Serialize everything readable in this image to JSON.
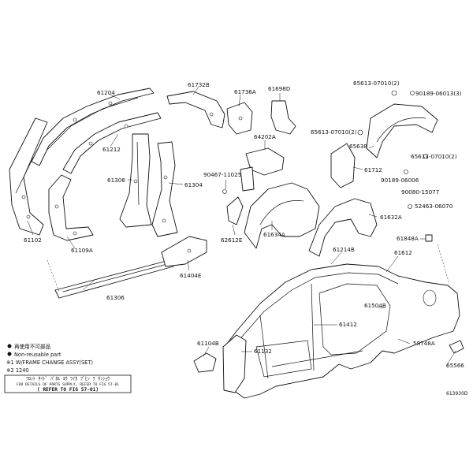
{
  "labels": {
    "p61204": "61204",
    "p61212": "61212",
    "p61102": "61102",
    "p61109A": "61109A",
    "p61308": "61308",
    "p61304": "61304",
    "p61306": "61306",
    "p61404E": "61404E",
    "p61732B": "61732B",
    "p61736A": "61736A",
    "p61698D": "61698D",
    "p64202A": "64202A",
    "p90467": "90467-11025",
    "p62612E": "62612E",
    "p61634A": "61634A",
    "p65613a": "65613-07010(2)",
    "p90189a": "90189-06013(3)",
    "p65613b": "65613-07010(2)",
    "p65638": "65638",
    "p65613c": "65613-07010(2)",
    "p61712": "61712",
    "p90189b": "90189-06006",
    "p90080": "90080-15077",
    "p52463": "52463-06070",
    "p61632A": "61632A",
    "p61848A": "61848A",
    "p61214B": "61214B",
    "p61612": "61612",
    "p61504B": "61504B",
    "p61412": "61412",
    "p58748A": "58748A",
    "p61104B": "61104B",
    "p61132": "61132",
    "p65566": "65566"
  },
  "legend": {
    "line1": "再使用不可部品",
    "line2": "Non-reusable part",
    "line3": "※1 W/FRAME CHANGE ASSY(SET)",
    "line4": "※2 1240"
  },
  "ref_box": {
    "line1": "ﾌﾛﾝﾄ ｻｲﾄﾞ ﾊﾟﾈﾙ ﾖｳ ﾂｲｶ ﾌﾞﾋﾝ ｦ ｻﾝｼｮｳ",
    "line2": "FOR DETAILS OF PARTS SUPPLY, REFER TO FIG 57-01",
    "line3": "( REFER TO FIG 57-01)"
  },
  "fig_code": "613930D"
}
